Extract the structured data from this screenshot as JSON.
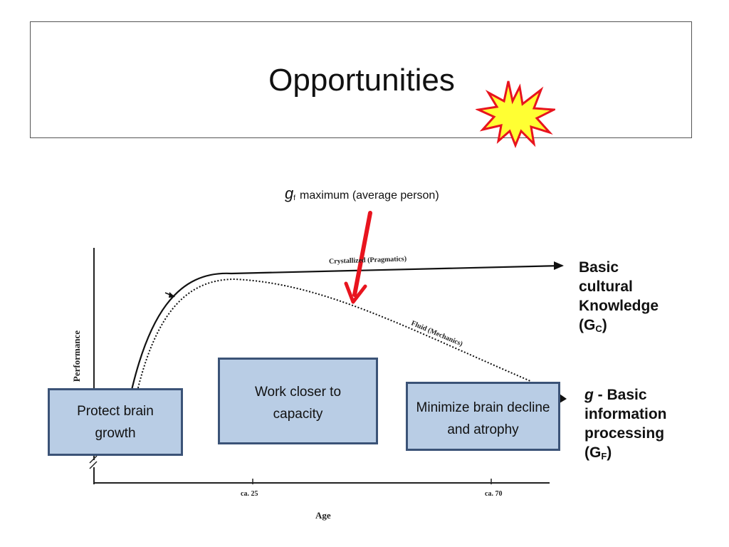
{
  "title": "Opportunities",
  "annotation": {
    "g": "g",
    "sub": "f",
    "text": "maximum (average person)"
  },
  "figure": {
    "y_axis_label": "Performance",
    "x_axis_label": "Age",
    "x_ticks": [
      "ca. 25",
      "ca. 70"
    ],
    "curve_crystallized": "Crystallized (Pragmatics)",
    "curve_fluid": "Fluid (Mechanics)"
  },
  "right_labels": {
    "gc": {
      "line1": "Basic",
      "line2": "cultural",
      "line3": "Knowledge",
      "sym_open": "(G",
      "sym_sub": "C",
      "sym_close": ")"
    },
    "gf": {
      "g": "g",
      "dash_basic": " - Basic",
      "line2": "information",
      "line3": "processing",
      "sym_open": "(G",
      "sym_sub": "F",
      "sym_close": ")"
    }
  },
  "boxes": {
    "protect": "Protect brain growth",
    "work": "Work closer to capacity",
    "minimize": "Minimize brain decline and atrophy"
  },
  "colors": {
    "box_fill": "#b9cde5",
    "box_border": "#3b5377",
    "arrow_red": "#e8141e",
    "burst_fill": "#ffff33",
    "burst_stroke": "#e8141e"
  },
  "icons": {
    "burst": "explosion-burst-icon"
  }
}
